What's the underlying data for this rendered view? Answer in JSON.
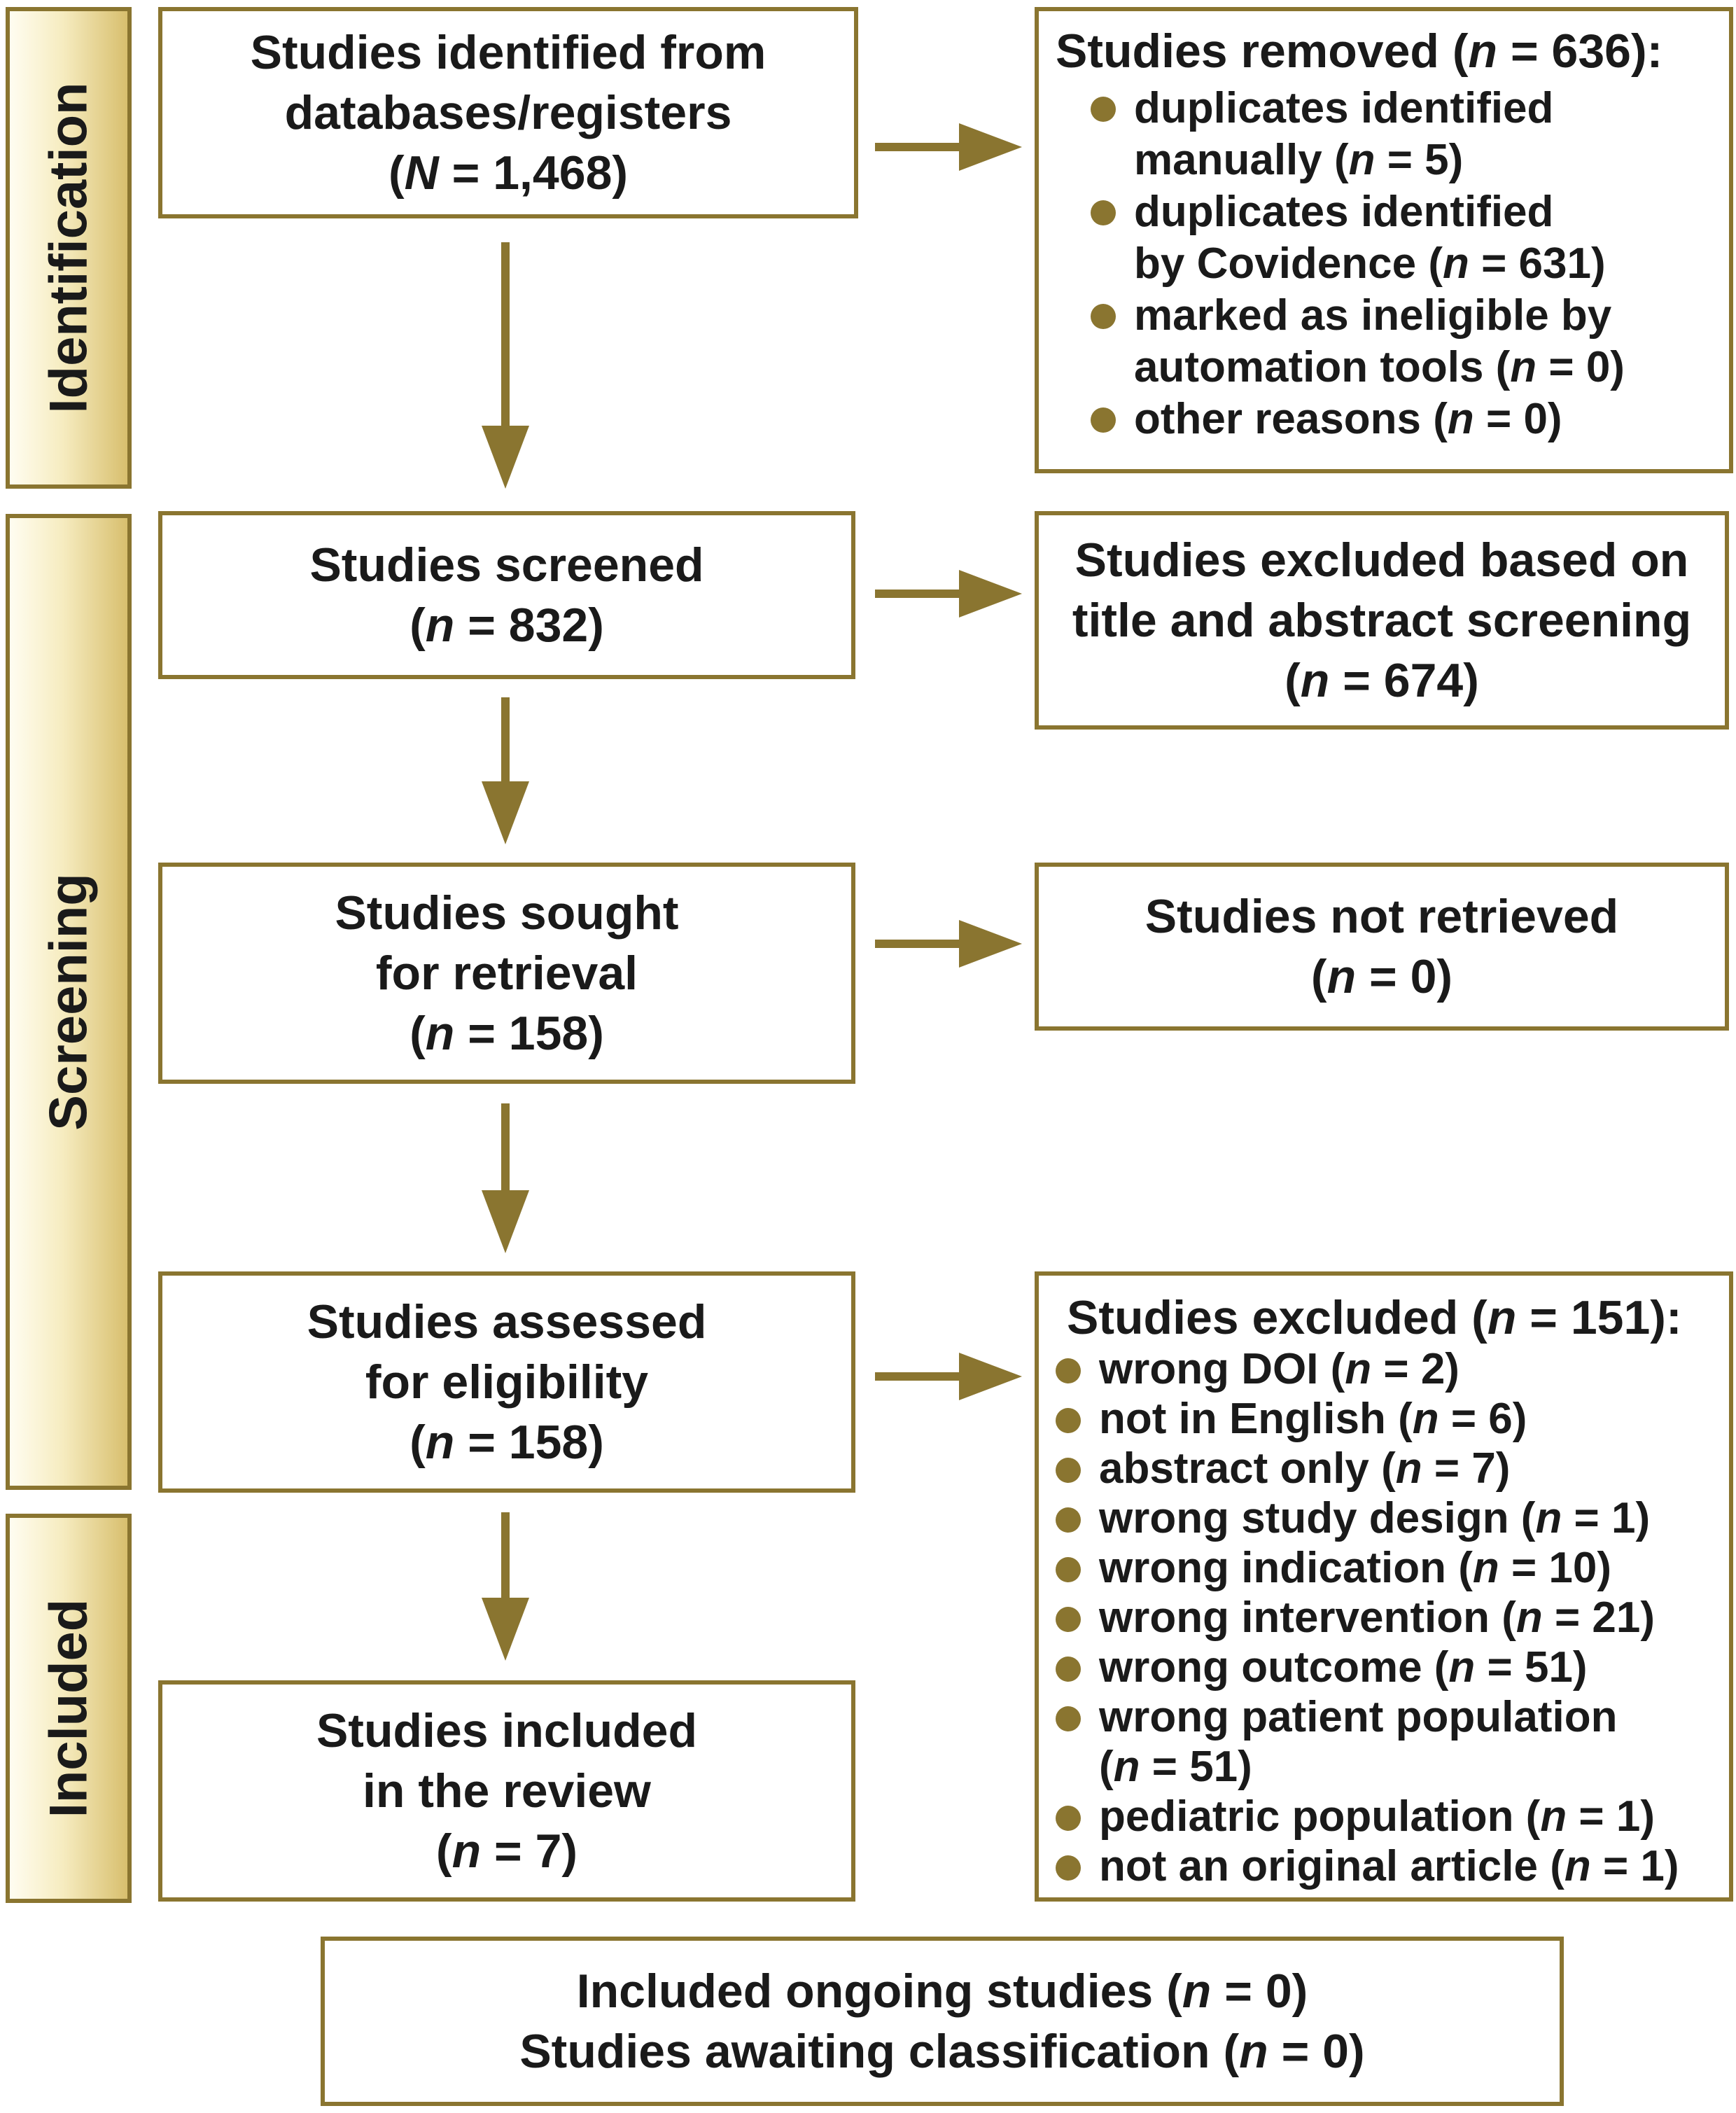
{
  "phases": {
    "identification": "Identification",
    "screening": "Screening",
    "included": "Included"
  },
  "identified": {
    "line1": "Studies identified from",
    "line2": "databases/registers",
    "count_open": "(",
    "n_symbol": "N",
    "count_value": " = 1,468)"
  },
  "removed": {
    "heading": "Studies removed (",
    "heading_n": "n",
    "heading_value": " = 636):",
    "items": [
      {
        "line1": "duplicates identified",
        "line2_pre": "manually (",
        "n": "n",
        "line2_post": " = 5)"
      },
      {
        "line1": "duplicates identified",
        "line2_pre": "by Covidence (",
        "n": "n",
        "line2_post": " = 631)"
      },
      {
        "line1": "marked as ineligible by",
        "line2_pre": "automation tools (",
        "n": "n",
        "line2_post": " = 0)"
      },
      {
        "line1_pre": "other reasons (",
        "n": "n",
        "line1_post": " = 0)"
      }
    ]
  },
  "screened": {
    "line1": "Studies screened",
    "pre": "(",
    "n": "n",
    "post": " = 832)"
  },
  "excluded_title": {
    "line1": "Studies excluded based on",
    "line2": "title and abstract screening",
    "pre": "(",
    "n": "n",
    "post": " = 674)"
  },
  "sought": {
    "line1": "Studies sought",
    "line2": "for retrieval",
    "pre": "(",
    "n": "n",
    "post": " = 158)"
  },
  "not_retrieved": {
    "line1": "Studies not retrieved",
    "pre": "(",
    "n": "n",
    "post": " = 0)"
  },
  "assessed": {
    "line1": "Studies assessed",
    "line2": "for eligibility",
    "pre": "(",
    "n": "n",
    "post": " = 158)"
  },
  "excluded": {
    "heading": "Studies excluded (",
    "heading_n": "n",
    "heading_value": " = 151):",
    "items": [
      {
        "pre": "wrong DOI (",
        "n": "n",
        "post": " = 2)"
      },
      {
        "pre": "not in English (",
        "n": "n",
        "post": " = 6)"
      },
      {
        "pre": "abstract only (",
        "n": "n",
        "post": " = 7)"
      },
      {
        "pre": "wrong study design (",
        "n": "n",
        "post": " = 1)"
      },
      {
        "pre": "wrong indication (",
        "n": "n",
        "post": " = 10)"
      },
      {
        "pre": "wrong intervention (",
        "n": "n",
        "post": " = 21)"
      },
      {
        "pre": "wrong outcome (",
        "n": "n",
        "post": " = 51)"
      },
      {
        "pre": "wrong patient population",
        "line2_pre": "(",
        "n": "n",
        "post": " = 51)"
      },
      {
        "pre": "pediatric population (",
        "n": "n",
        "post": " = 1)"
      },
      {
        "pre": "not an original article (",
        "n": "n",
        "post": " = 1)"
      }
    ]
  },
  "included": {
    "line1": "Studies included",
    "line2": "in the review",
    "pre": "(",
    "n": "n",
    "post": " = 7)"
  },
  "ongoing": {
    "line1_pre": "Included ongoing studies (",
    "line1_n": "n",
    "line1_post": " = 0)",
    "line2_pre": "Studies awaiting classification (",
    "line2_n": "n",
    "line2_post": " = 0)"
  },
  "colors": {
    "accent": "#8a7530",
    "phase_fill": "#d8bf6e"
  }
}
